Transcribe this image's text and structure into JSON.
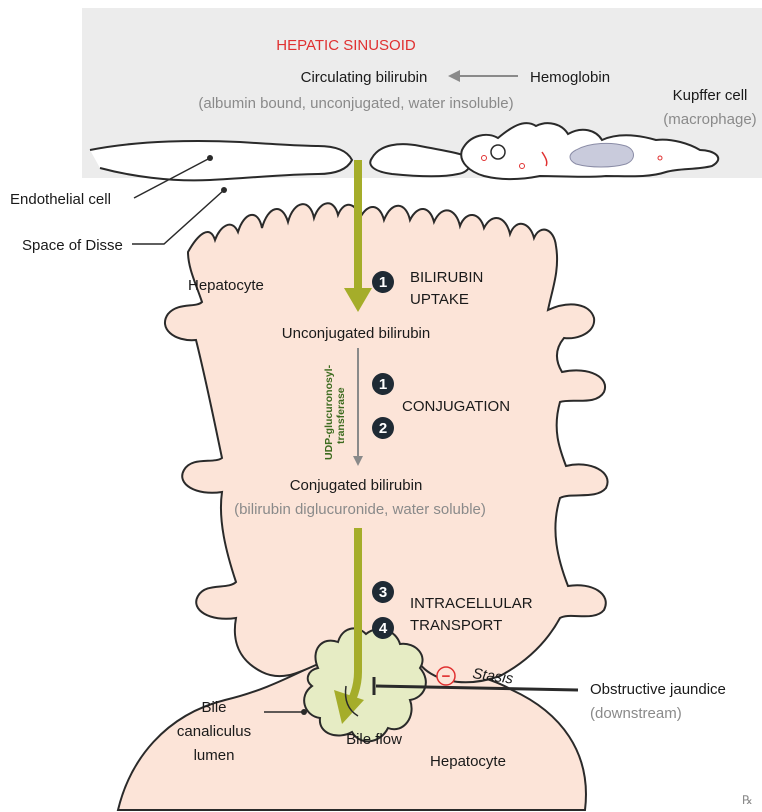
{
  "labels": {
    "sinusoid_title": "HEPATIC SINUSOID",
    "circulating_bilirubin": "Circulating bilirubin",
    "circulating_props": "(albumin bound, unconjugated, water insoluble)",
    "hemoglobin": "Hemoglobin",
    "kupffer_cell": "Kupffer cell",
    "macrophage": "(macrophage)",
    "endothelial_cell": "Endothelial cell",
    "space_of_disse": "Space of Disse",
    "hepatocyte_top": "Hepatocyte",
    "hepatocyte_bottom": "Hepatocyte",
    "uptake_line1": "BILIRUBIN",
    "uptake_line2": "UPTAKE",
    "unconjugated_bilirubin": "Unconjugated bilirubin",
    "enzyme_line1": "UDP-glucuronosyl-",
    "enzyme_line2": "transferase",
    "conjugation": "CONJUGATION",
    "conjugated_bilirubin": "Conjugated bilirubin",
    "conjugated_props": "(bilirubin diglucuronide, water soluble)",
    "transport_line1": "INTRACELLULAR",
    "transport_line2": "TRANSPORT",
    "bile_line1": "Bile",
    "bile_line2": "canaliculus",
    "bile_line3": "lumen",
    "bile_flow": "Bile flow",
    "stasis": "Stasis",
    "minus_sign": "−",
    "obstructive_jaundice": "Obstructive jaundice",
    "downstream": "(downstream)",
    "rx_logo": "℞"
  },
  "steps": {
    "uptake": "1",
    "conjugation_a": "1",
    "conjugation_b": "2",
    "transport_a": "3",
    "transport_b": "4"
  },
  "colors": {
    "sinusoid_band": "#ececec",
    "hepatocyte_fill": "#fce4d8",
    "cell_outline": "#2a2a2a",
    "bile_fill": "#e6ecc4",
    "arrow_olive": "#a5ad2a",
    "badge_dark": "#1f2a34",
    "title_red": "#e03131",
    "muted_gray": "#8a8a8a",
    "enzyme_green": "#3d6b1f"
  }
}
